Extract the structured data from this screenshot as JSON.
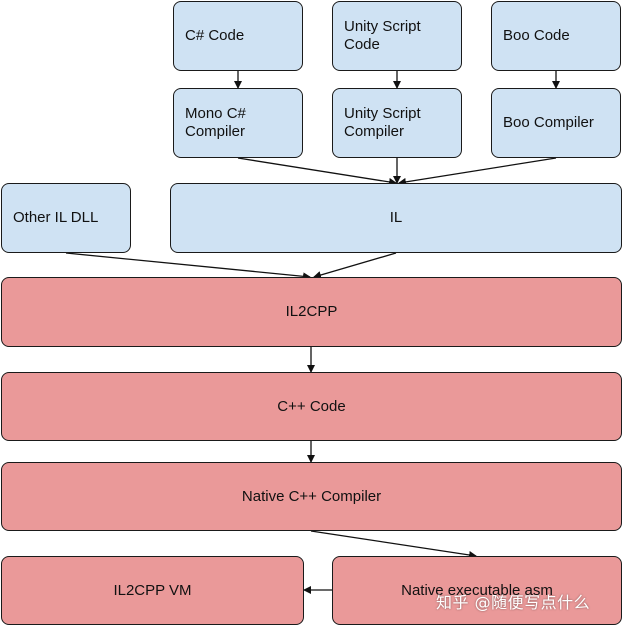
{
  "nodes": {
    "csharp_code": "C# Code",
    "unity_script_code": "Unity Script Code",
    "boo_code": "Boo Code",
    "mono_csharp_compiler": "Mono C# Compiler",
    "unity_script_compiler": "Unity Script Compiler",
    "boo_compiler": "Boo Compiler",
    "other_il_dll": "Other IL DLL",
    "il": "IL",
    "il2cpp": "IL2CPP",
    "cpp_code": "C++ Code",
    "native_cpp_compiler": "Native C++ Compiler",
    "il2cpp_vm": "IL2CPP VM",
    "native_executable_asm": "Native executable asm"
  },
  "watermark": "知乎 @随便写点什么",
  "colors": {
    "blue_fill": "#cfe2f3",
    "red_fill": "#ea9999",
    "stroke": "#1a1a1a"
  }
}
